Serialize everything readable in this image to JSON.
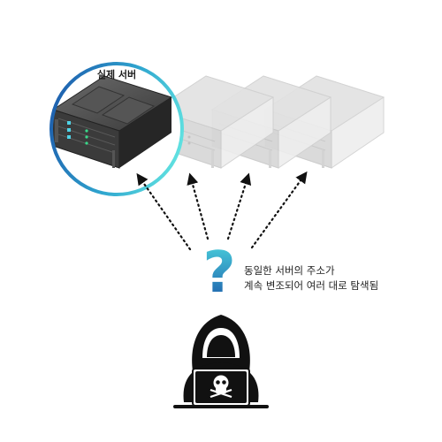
{
  "diagram": {
    "server_label": "실제 서버",
    "caption_lines": [
      "동일한 서버의 주소가",
      "계속 변조되어 여러 대로 탐색됨"
    ],
    "question_mark": "?",
    "colors": {
      "ring_start": "#1e5fae",
      "ring_end": "#5fe0e0",
      "question_top": "#4bd3dd",
      "question_bottom": "#1a56a8",
      "arrow": "#111111",
      "server_real": "#444444",
      "server_ghost": "#d9d9d9"
    }
  }
}
